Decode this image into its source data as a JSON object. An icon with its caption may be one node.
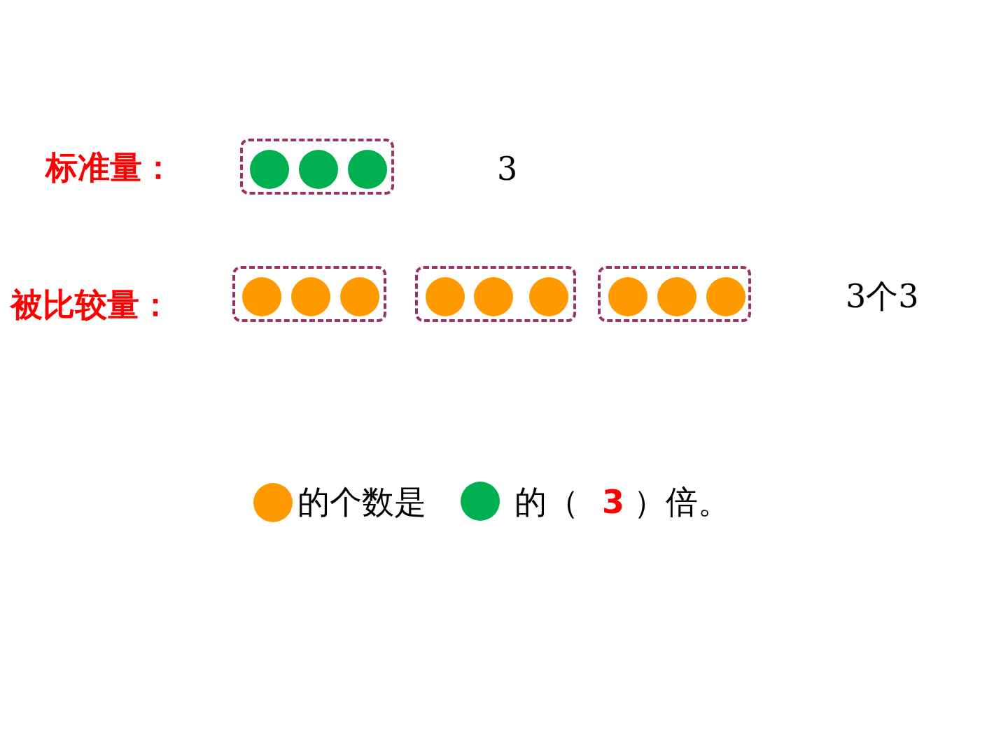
{
  "diagram": {
    "nodes": [
      {
        "text": [],
        "shape": "box"
      },
      {
        "text": [],
        "shape": "circle",
        "in": 0
      },
      {
        "text": [],
        "shape": "circle",
        "in": 0
      },
      {
        "text": [],
        "shape": "circle",
        "in": 0
      },
      {
        "text": [],
        "shape": "box"
      },
      {
        "text": [],
        "shape": "circle",
        "in": 4
      },
      {
        "text": [],
        "shape": "circle",
        "in": 4
      },
      {
        "text": [],
        "shape": "circle",
        "in": 4
      },
      {
        "text": [],
        "shape": "box"
      },
      {
        "text": [],
        "shape": "circle",
        "in": 8
      },
      {
        "text": [],
        "shape": "circle",
        "in": 8
      },
      {
        "text": [],
        "shape": "circle",
        "in": 8
      },
      {
        "text": [],
        "shape": "box"
      },
      {
        "text": [],
        "shape": "circle",
        "in": 12
      },
      {
        "text": [],
        "shape": "circle",
        "in": 12
      },
      {
        "text": [],
        "shape": "circle",
        "in": 12
      }
    ],
    "edges": [],
    "labels": [
      "标准量：",
      "3",
      "被比较量：",
      "3个3",
      "的个数是",
      "的（",
      "3",
      "）倍。"
    ]
  }
}
